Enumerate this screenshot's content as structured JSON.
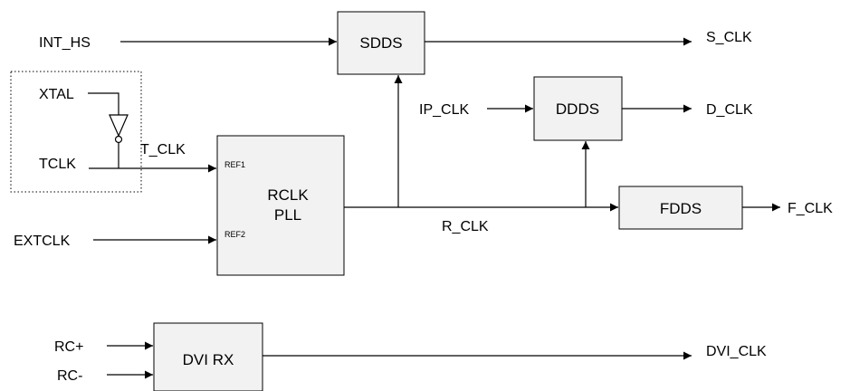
{
  "signals": {
    "int_hs": "INT_HS",
    "xtal": "XTAL",
    "tclk": "TCLK",
    "t_clk": "T_CLK",
    "extclk": "EXTCLK",
    "ip_clk": "IP_CLK",
    "r_clk": "R_CLK",
    "s_clk": "S_CLK",
    "d_clk": "D_CLK",
    "f_clk": "F_CLK",
    "rc_plus": "RC+",
    "rc_minus": "RC-",
    "dvi_clk": "DVI_CLK"
  },
  "blocks": {
    "sdds": "SDDS",
    "ddds": "DDDS",
    "fdds": "FDDS",
    "rclk_line1": "RCLK",
    "rclk_line2": "PLL",
    "ref1": "REF1",
    "ref2": "REF2",
    "dvi_rx": "DVI RX"
  },
  "colors": {
    "block_fill": "#f2f2f2",
    "line": "#000000"
  }
}
